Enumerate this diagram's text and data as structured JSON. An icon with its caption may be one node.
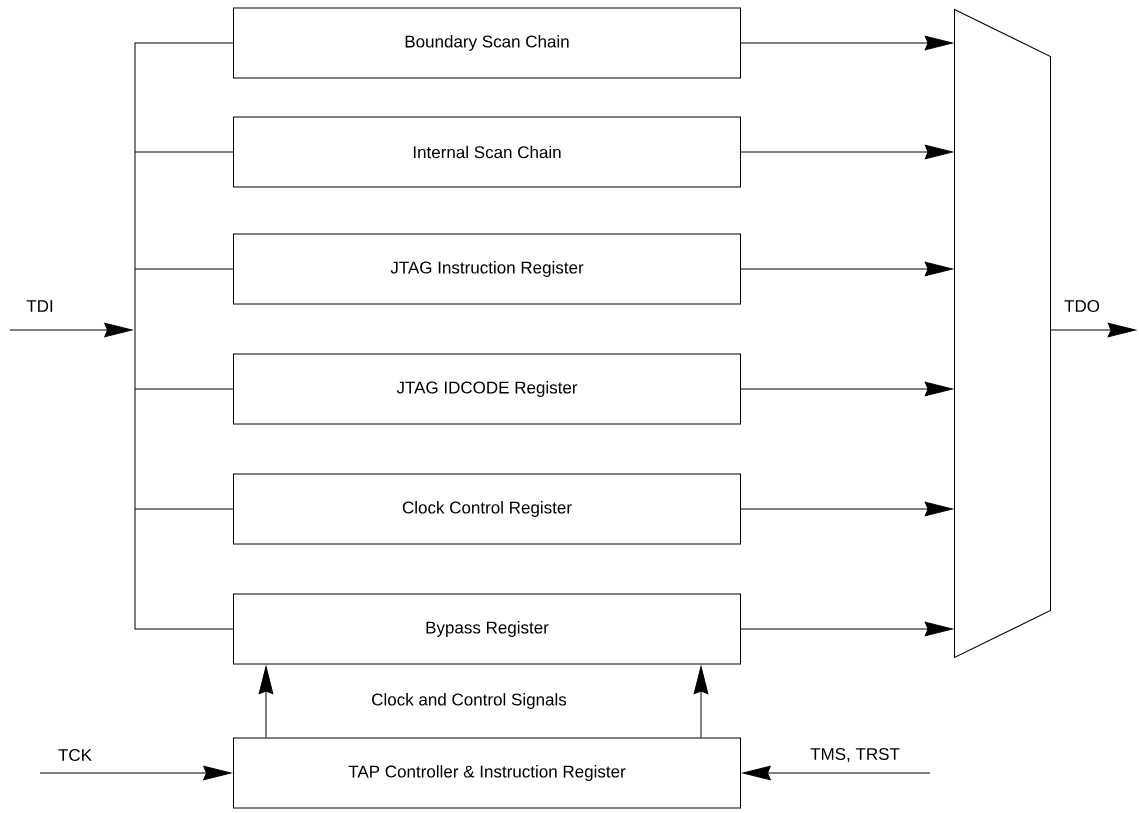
{
  "diagram": {
    "nodes": [
      {
        "text": [
          "Boundary Scan Chain"
        ]
      },
      {
        "text": [
          "Internal Scan Chain"
        ]
      },
      {
        "text": [
          "JTAG Instruction Register"
        ]
      },
      {
        "text": [
          "JTAG IDCODE Register"
        ]
      },
      {
        "text": [
          "Clock Control Register"
        ]
      },
      {
        "text": [
          "Bypass Register"
        ]
      },
      {
        "text": [
          "TAP Controller & Instruction Register"
        ]
      },
      {
        "text": [],
        "shape": "trapezoid"
      },
      {
        "text": [],
        "shape": "bar"
      }
    ],
    "edges": [
      {
        "from": null,
        "to": 8,
        "arrow": "to",
        "label": "TDI"
      },
      {
        "from": 8,
        "to": 0,
        "arrow": "none"
      },
      {
        "from": 8,
        "to": 1,
        "arrow": "none"
      },
      {
        "from": 8,
        "to": 2,
        "arrow": "none"
      },
      {
        "from": 8,
        "to": 3,
        "arrow": "none"
      },
      {
        "from": 8,
        "to": 4,
        "arrow": "none"
      },
      {
        "from": 8,
        "to": 5,
        "arrow": "none"
      },
      {
        "from": 0,
        "to": 7,
        "arrow": "to"
      },
      {
        "from": 1,
        "to": 7,
        "arrow": "to"
      },
      {
        "from": 2,
        "to": 7,
        "arrow": "to"
      },
      {
        "from": 3,
        "to": 7,
        "arrow": "to"
      },
      {
        "from": 4,
        "to": 7,
        "arrow": "to"
      },
      {
        "from": 5,
        "to": 7,
        "arrow": "to"
      },
      {
        "from": 6,
        "to": 5,
        "arrow": "to"
      },
      {
        "from": 6,
        "to": 5,
        "arrow": "to"
      },
      {
        "from": null,
        "to": 6,
        "arrow": "to",
        "label": "TCK"
      },
      {
        "from": null,
        "to": 6,
        "arrow": "to",
        "label": "TMS, TRST"
      },
      {
        "from": 7,
        "to": null,
        "arrow": "to",
        "label": "TDO"
      }
    ],
    "labels": [
      "Clock and Control Signals"
    ]
  }
}
